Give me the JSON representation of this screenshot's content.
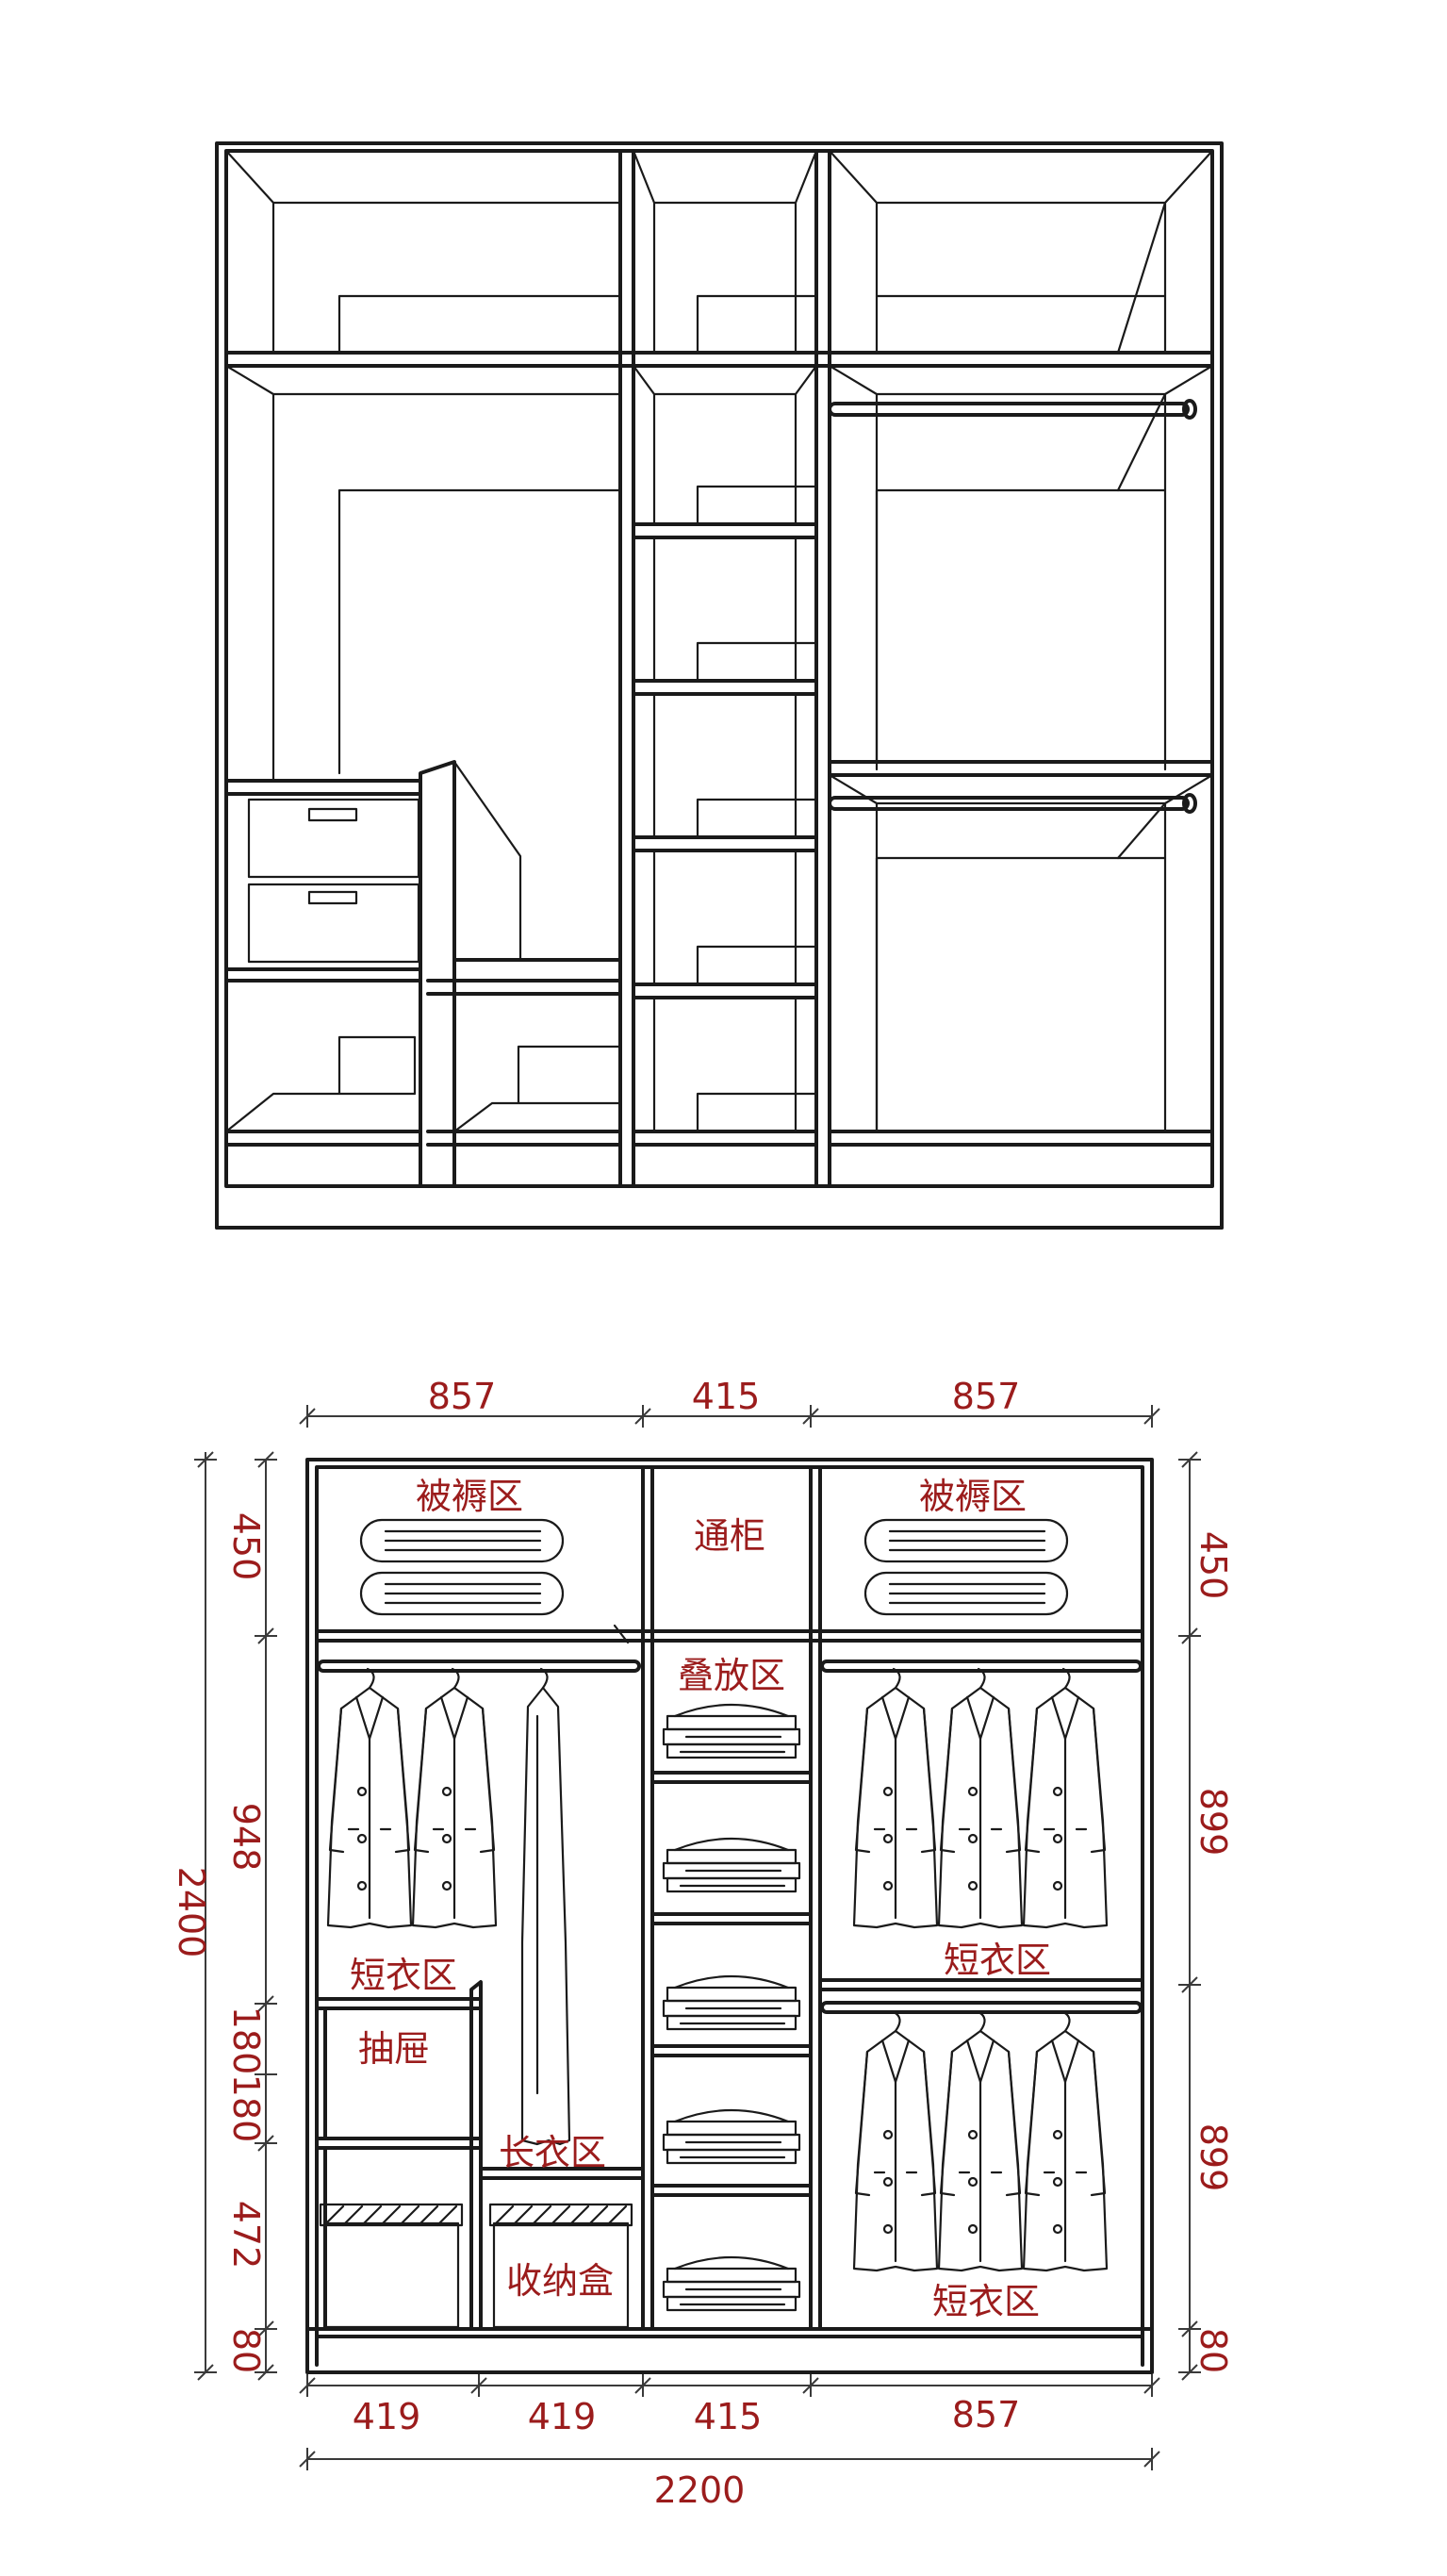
{
  "colors": {
    "line": "#1a1a1a",
    "label": "#9b1c1c",
    "background": "#ffffff"
  },
  "dimensions": {
    "top_widths": [
      "857",
      "415",
      "857"
    ],
    "bottom_widths": [
      "419",
      "419",
      "415",
      "857"
    ],
    "total_width": "2200",
    "total_height": "2400",
    "left_heights": [
      "450",
      "948",
      "180",
      "180",
      "472",
      "80"
    ],
    "right_heights": [
      "450",
      "899",
      "899",
      "80"
    ]
  },
  "zones": {
    "bedding_left": "被褥区",
    "bedding_right": "被褥区",
    "through_cabinet": "通柜",
    "folding": "叠放区",
    "short_left": "短衣区",
    "drawer": "抽屉",
    "long": "长衣区",
    "storage_box": "收纳盒",
    "short_right_upper": "短衣区",
    "short_right_lower": "短衣区"
  }
}
